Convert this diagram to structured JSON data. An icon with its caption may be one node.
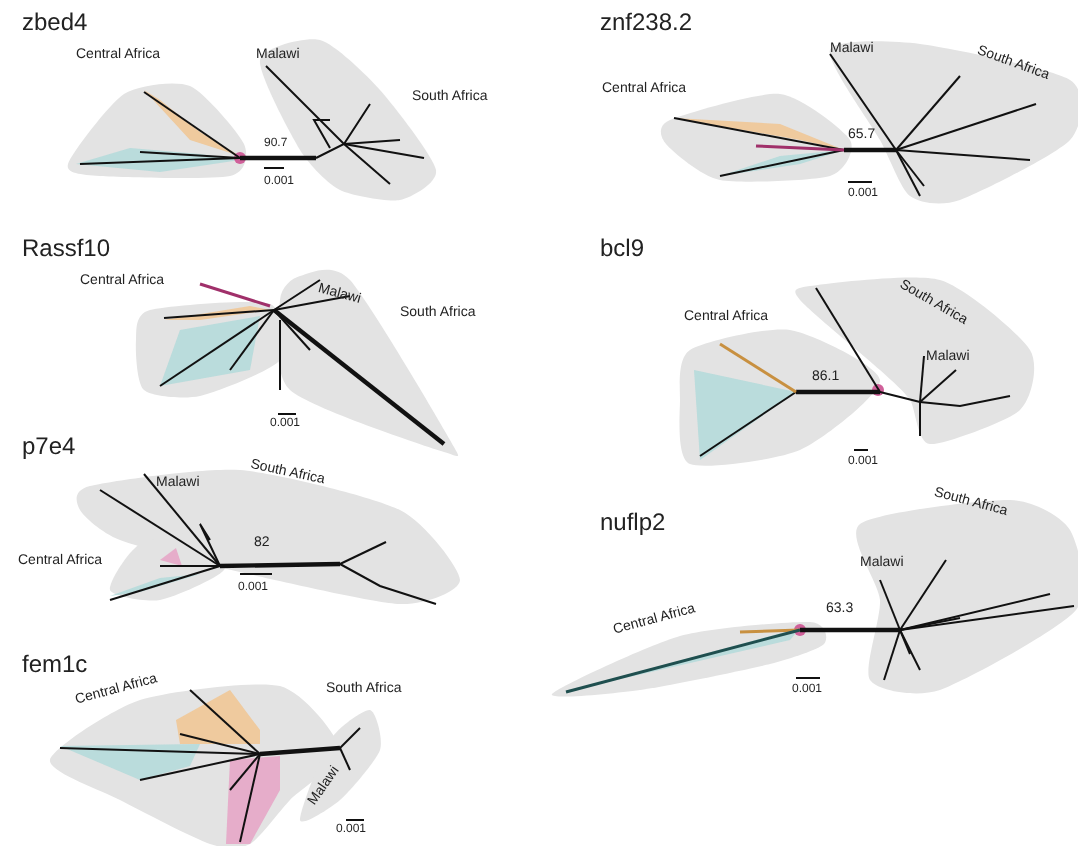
{
  "diagram": {
    "labels": [
      "zbed4",
      "Central Africa",
      "Malawi",
      "South Africa",
      "90.7",
      "0.001",
      "znf238.2",
      "Malawi",
      "South Africa",
      "Central Africa",
      "65.7",
      "0.001",
      "Rassf10",
      "Central Africa",
      "Malawi",
      "South Africa",
      "0.001",
      "bcl9",
      "South Africa",
      "Central Africa",
      "Malawi",
      "86.1",
      "0.001",
      "p7e4",
      "Malawi",
      "South Africa",
      "Central Africa",
      "82",
      "0.001",
      "nuflp2",
      "South Africa",
      "Malawi",
      "Central Africa",
      "63.3",
      "0.001",
      "fem1c",
      "Central Africa",
      "South Africa",
      "Malawi",
      "0.001"
    ]
  }
}
